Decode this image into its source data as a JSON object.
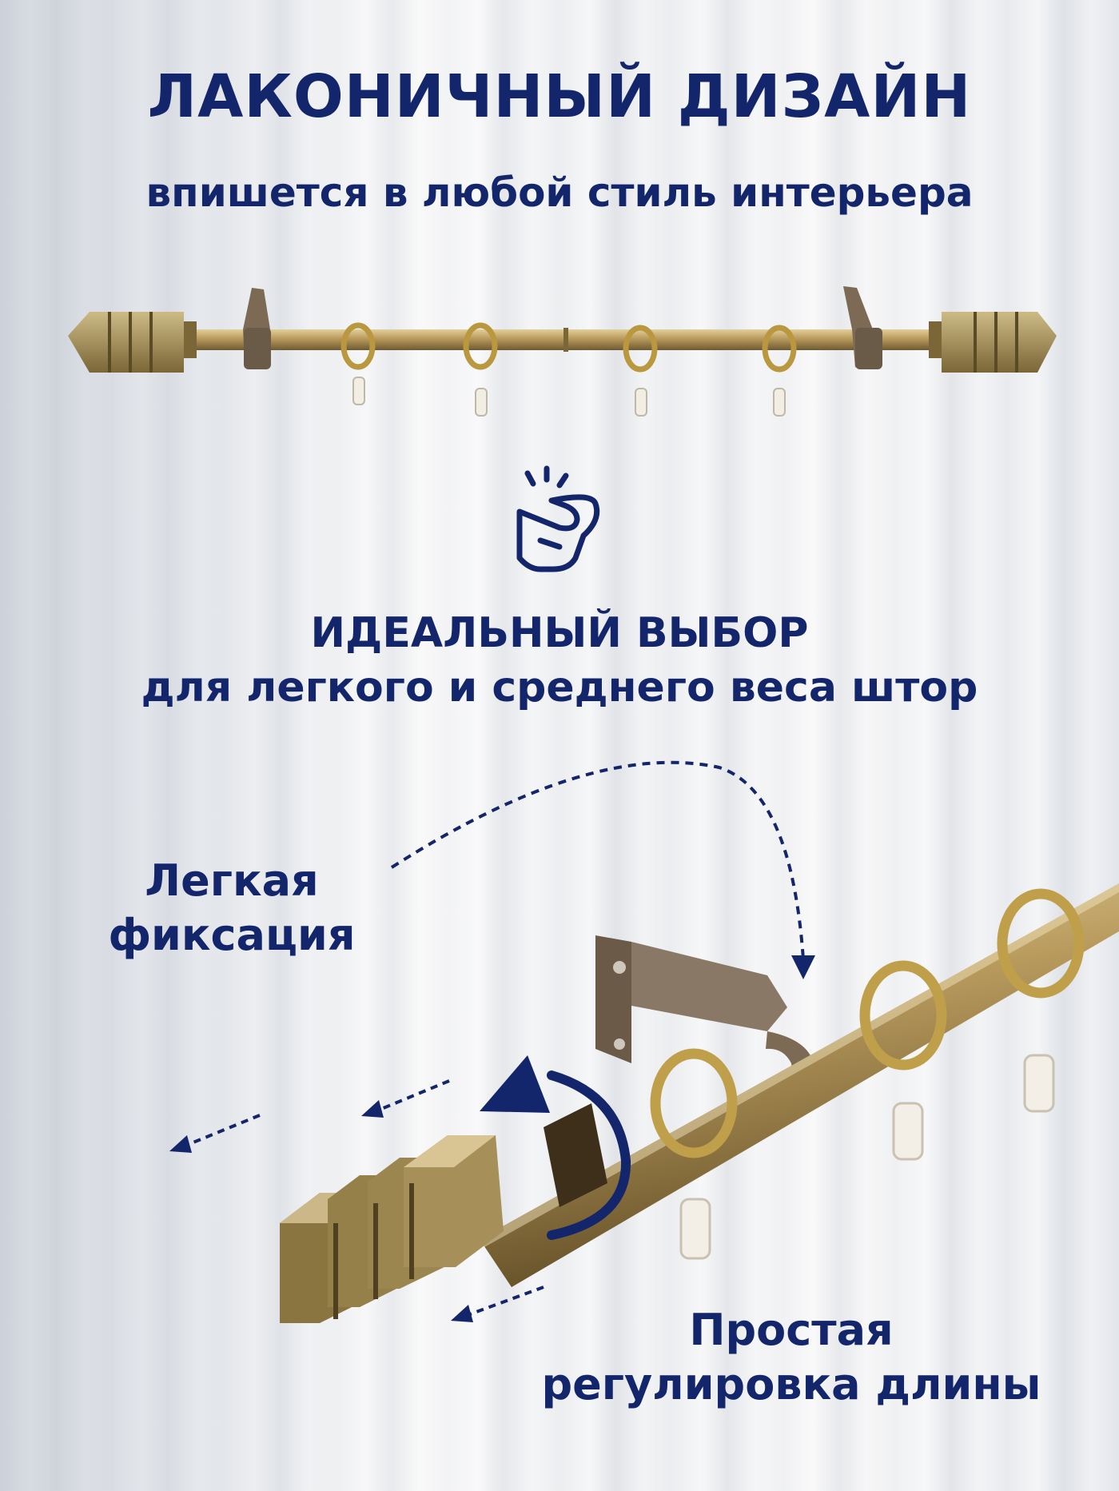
{
  "texts": {
    "headline": "ЛАКОНИЧНЫЙ ДИЗАЙН",
    "subheadline": "впишется в любой стиль интерьера",
    "choice_title": "ИДЕАЛЬНЫЙ ВЫБОР",
    "choice_subtitle": "для легкого и среднего веса штор",
    "label_fixation_line1": "Легкая",
    "label_fixation_line2": "фиксация",
    "label_length_line1": "Простая",
    "label_length_line2": "регулировка длины"
  },
  "colors": {
    "text": "#13256b",
    "brass": "#b89a5c",
    "background": "#eef0f3"
  },
  "icons": {
    "hand": "hand-snap-icon",
    "rotate": "rotate-arrow-icon"
  }
}
